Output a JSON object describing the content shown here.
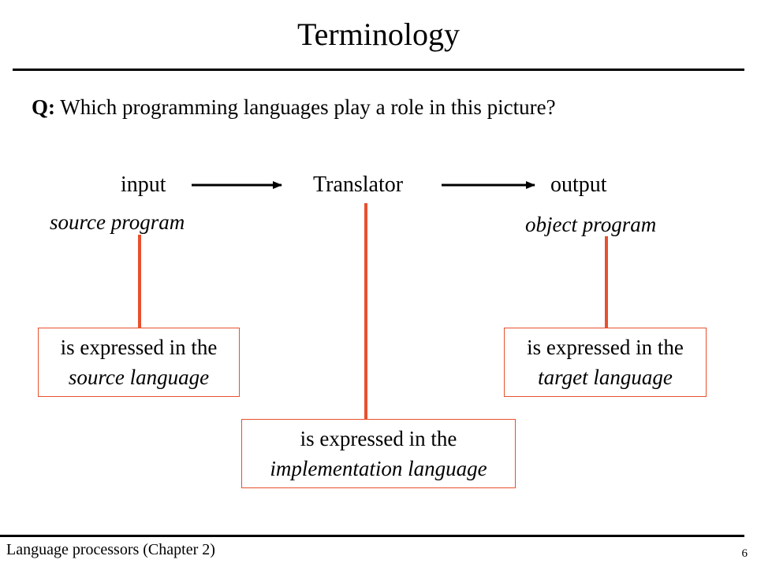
{
  "slide": {
    "title": "Terminology",
    "question_prefix": "Q:",
    "question_text": " Which programming languages play a role in this picture?"
  },
  "flow": {
    "input_label": "input",
    "translator_label": "Translator",
    "output_label": "output",
    "source_program": "source program",
    "object_program": "object program"
  },
  "boxes": {
    "source": {
      "line1": "is expressed in the",
      "line2": "source language"
    },
    "implementation": {
      "line1": "is expressed in the",
      "line2": "implementation language"
    },
    "target": {
      "line1": "is expressed in the",
      "line2": "target language"
    }
  },
  "footer": {
    "text": "Language processors (Chapter 2)",
    "page_number": "6"
  },
  "colors": {
    "connector": "#e8502f",
    "text": "#000000",
    "background": "#ffffff"
  }
}
